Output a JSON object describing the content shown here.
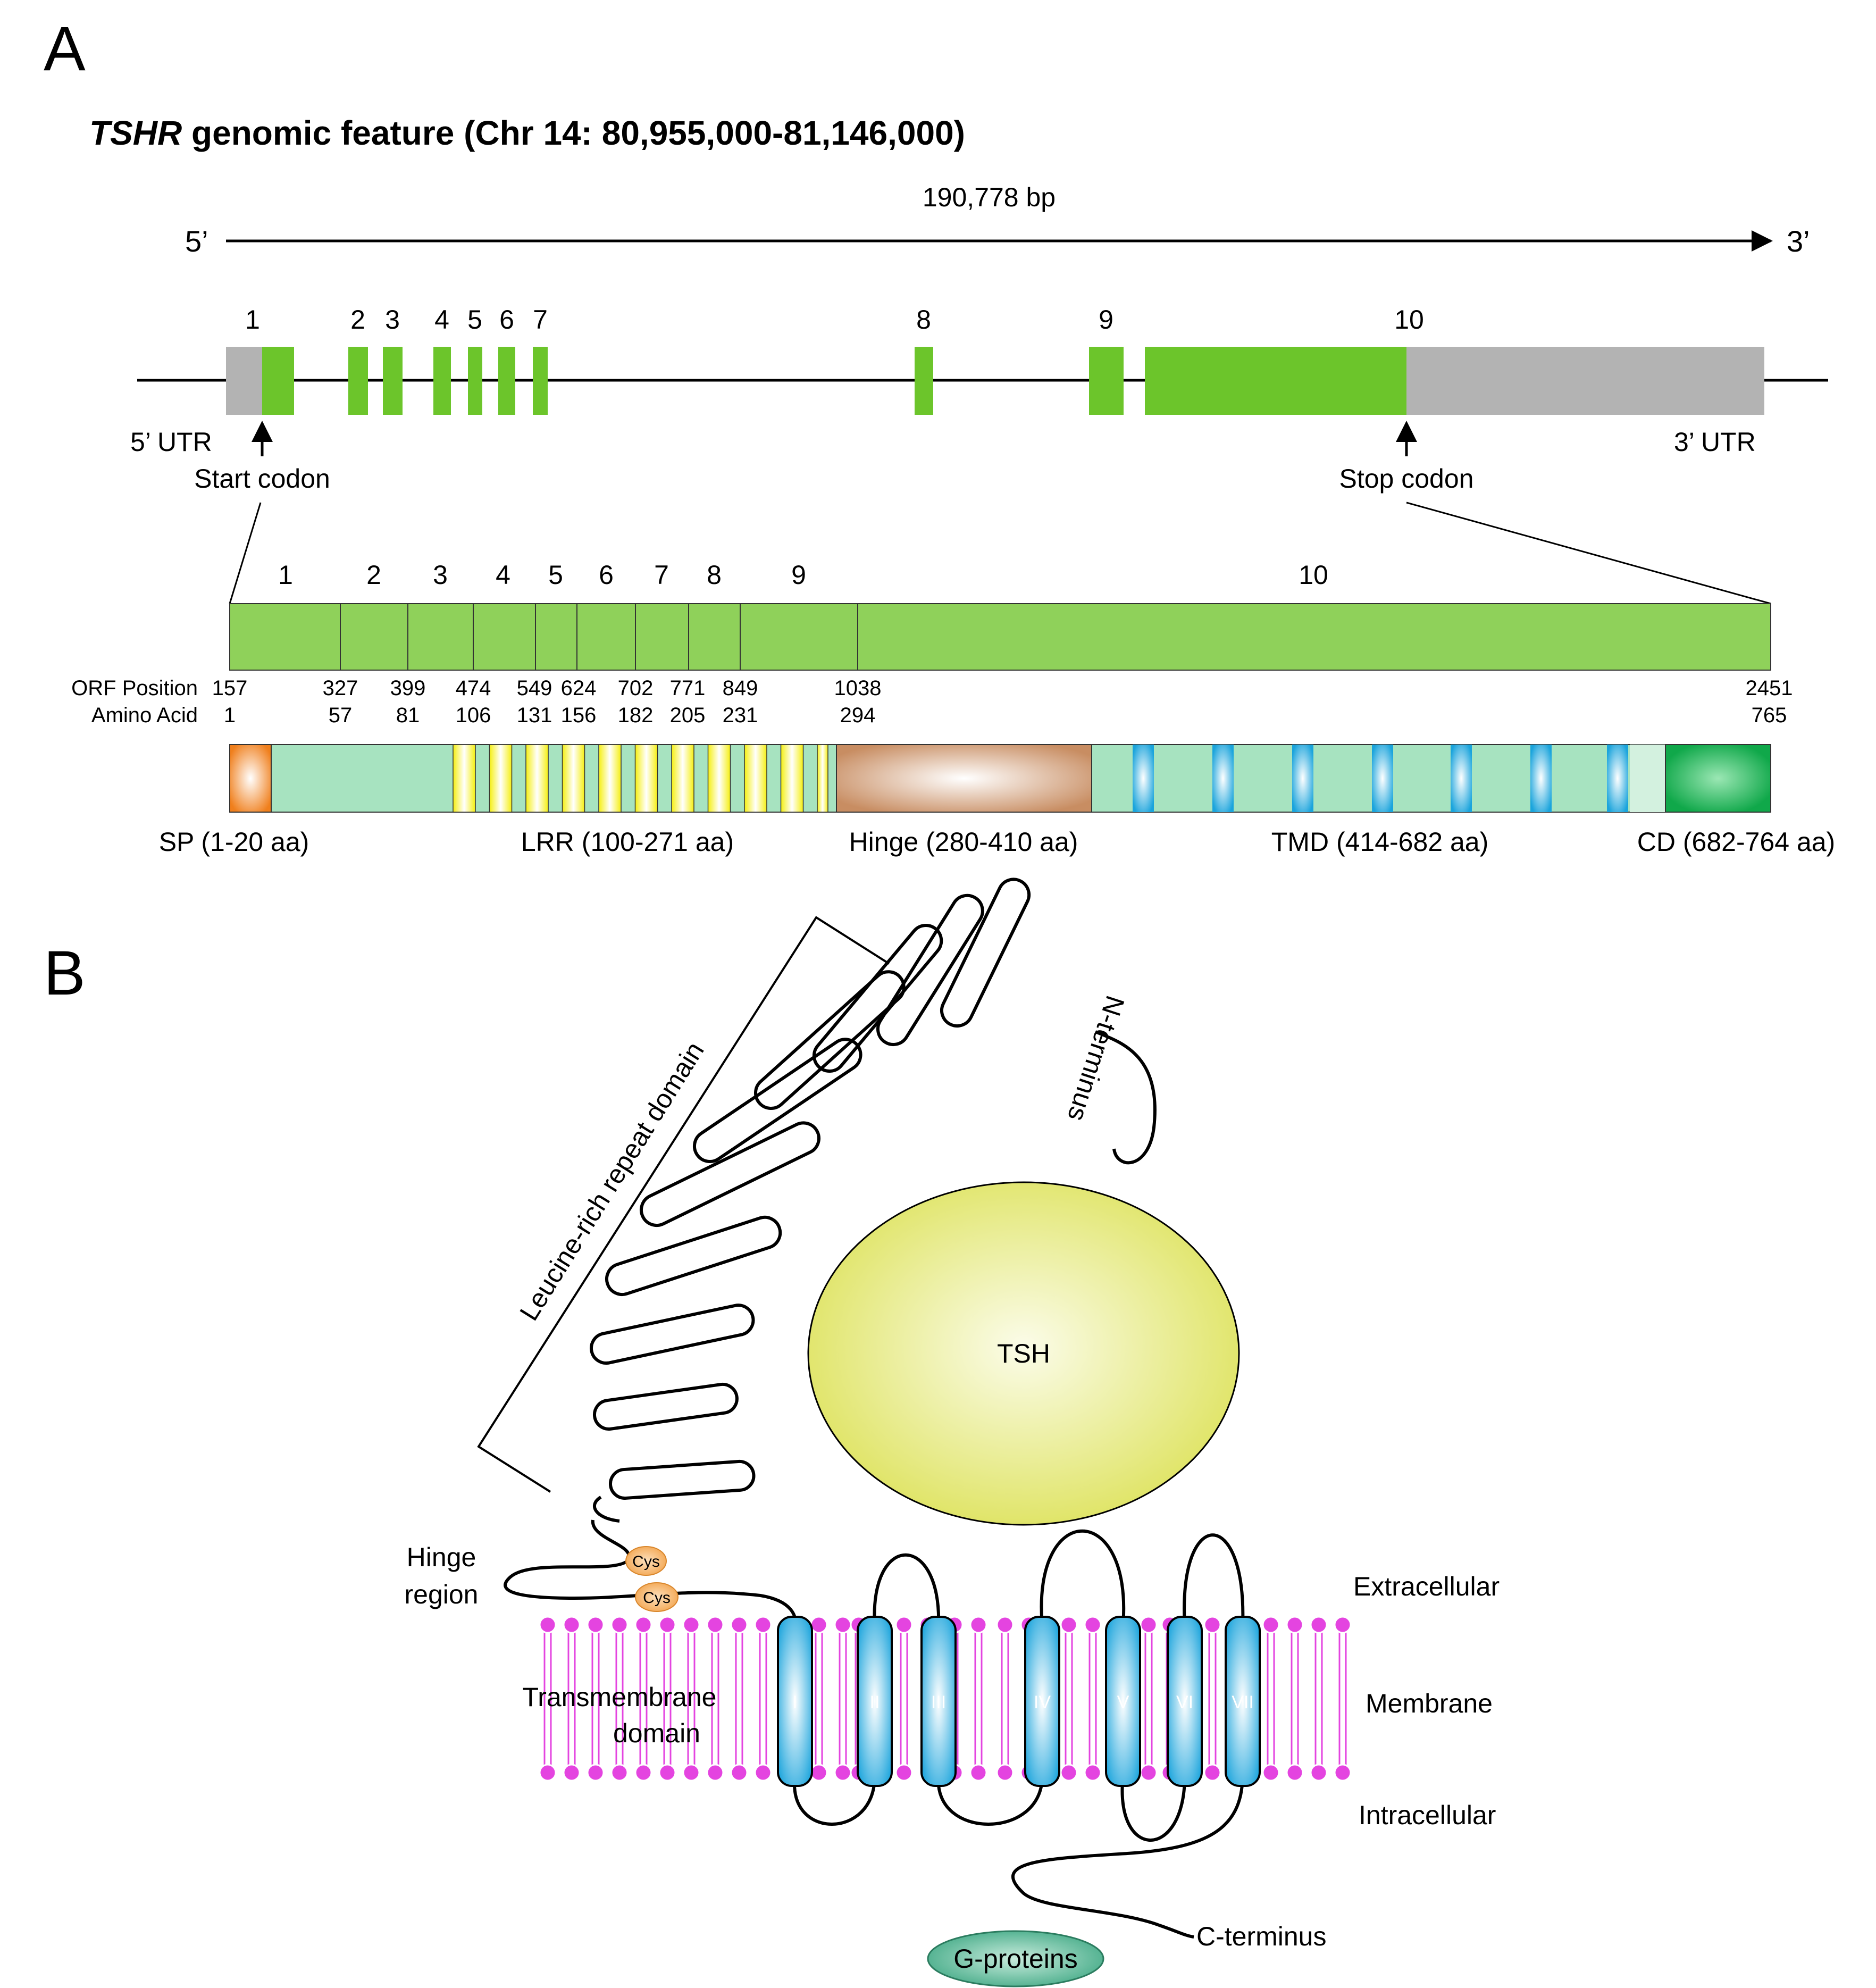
{
  "panel_a": {
    "letter": "A",
    "title_gene": "TSHR",
    "title_rest": " genomic feature (Chr 14: 80,955,000-81,146,000)",
    "length_label": "190,778 bp",
    "five_prime": "5’",
    "three_prime": "3’",
    "exon_numbers": [
      "1",
      "2",
      "3",
      "4",
      "5",
      "6",
      "7",
      "8",
      "9",
      "10"
    ],
    "utr5": "5’ UTR",
    "utr3": "3’ UTR",
    "start_codon": "Start codon",
    "stop_codon": "Stop codon",
    "orf_exon_numbers": [
      "1",
      "2",
      "3",
      "4",
      "5",
      "6",
      "7",
      "8",
      "9",
      "10"
    ],
    "orf_row_label": "ORF Position",
    "aa_row_label": "Amino Acid",
    "orf_positions": [
      "157",
      "327",
      "399",
      "474",
      "549",
      "624",
      "702",
      "771",
      "849",
      "1038",
      "2451"
    ],
    "amino_acids": [
      "1",
      "57",
      "81",
      "106",
      "131",
      "156",
      "182",
      "205",
      "231",
      "294",
      "765"
    ],
    "domains": {
      "sp": "SP (1-20 aa)",
      "lrr": "LRR (100-271 aa)",
      "hinge": "Hinge (280-410 aa)",
      "tmd": "TMD (414-682 aa)",
      "cd": "CD (682-764 aa)"
    },
    "colors": {
      "exon": "#6cc52b",
      "utr": "#b3b3b3",
      "orf_bar": "#8fd15a",
      "sp": "#f07f1c",
      "lrr_bg": "#a7e3c0",
      "lrr_repeat": "#f5ef12",
      "hinge": "#c88d62",
      "tm_helix": "#1aa4dc",
      "cd": "#10a84a"
    }
  },
  "panel_b": {
    "letter": "B",
    "lrr_domain": "Leucine-rich repeat domain",
    "n_terminus": "N-terminus",
    "ligand": "TSH",
    "hinge_line1": "Hinge",
    "hinge_line2": "region",
    "cys": "Cys",
    "tm_domain_line1": "Transmembrane",
    "tm_domain_line2": "domain",
    "helices": [
      "I",
      "II",
      "III",
      "IV",
      "V",
      "VI",
      "VII"
    ],
    "extracellular": "Extracellular",
    "membrane": "Membrane",
    "intracellular": "Intracellular",
    "c_terminus": "C-terminus",
    "g_proteins": "G-proteins",
    "colors": {
      "tsh": "#dde25a",
      "membrane": "#e444e0",
      "cys": "#f2a24a",
      "g_protein": "#3fa884"
    }
  }
}
